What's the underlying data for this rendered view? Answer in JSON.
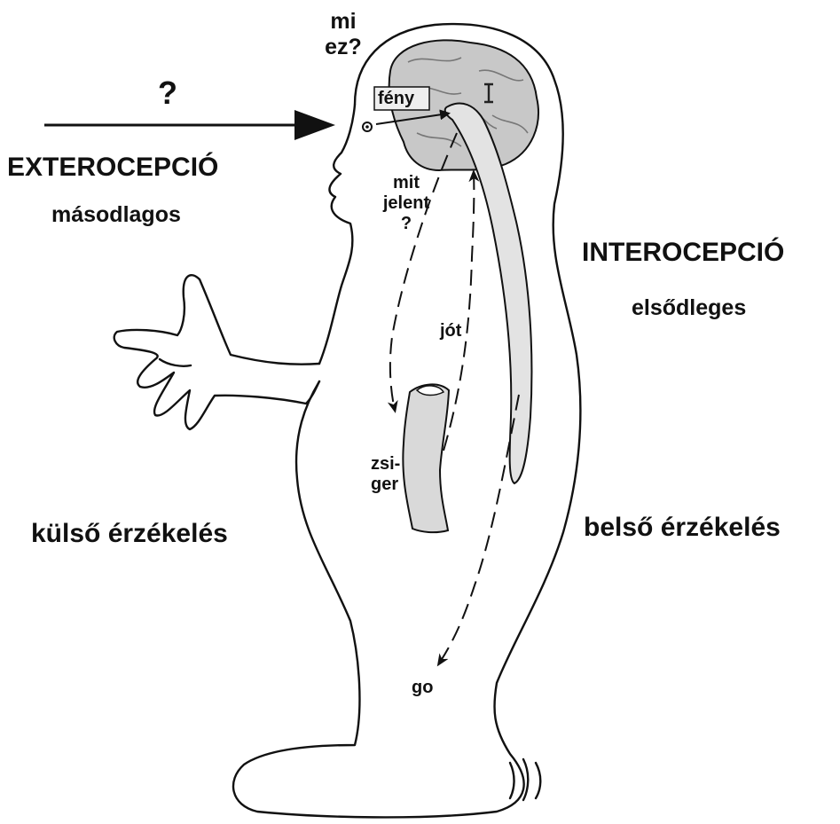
{
  "labels": {
    "mi_ez": "mi\nez?",
    "question_arrow": "?",
    "exterocepcio": "EXTEROCEPCIÓ",
    "masodlagos": "másodlagos",
    "feny": "fény",
    "mit_jelent": "mit\njelent\n?",
    "interocepcio": "INTEROCEPCIÓ",
    "elsodleges": "elsődleges",
    "jot": "jót",
    "zsiger": "zsi-\nger",
    "kulso": "külső érzékelés",
    "belso": "belső érzékelés",
    "go": "go"
  },
  "icons": {
    "figure": "cartoon-person-profile",
    "brain": "brain-drawing",
    "gut": "gut-organ",
    "eye": "eye-mark"
  },
  "colors": {
    "ink": "#111111",
    "brain_fill": "#c8c8c8",
    "gut_fill": "#d9d9d9",
    "spine_fill": "#e3e3e3"
  }
}
